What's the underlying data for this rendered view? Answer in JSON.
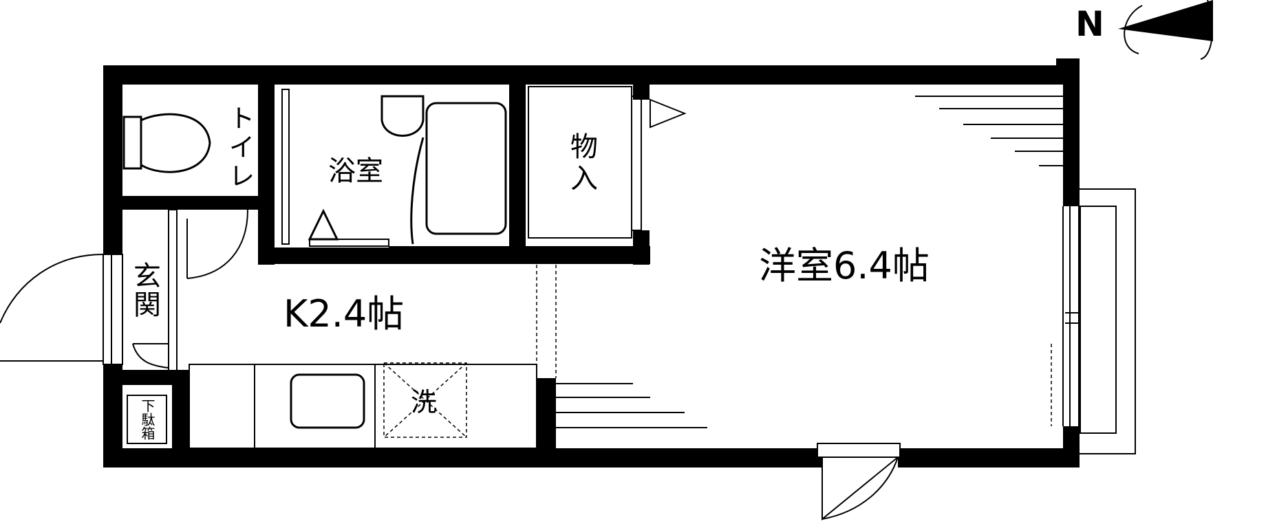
{
  "compass": {
    "letter": "N"
  },
  "rooms": {
    "toilet": "トイレ",
    "bath": "浴室",
    "storage": "物入",
    "western_room": "洋室6.4帖",
    "kitchen": "K2.4帖",
    "entrance": "玄関",
    "shoe_box": "下駄箱",
    "washer": "洗"
  }
}
